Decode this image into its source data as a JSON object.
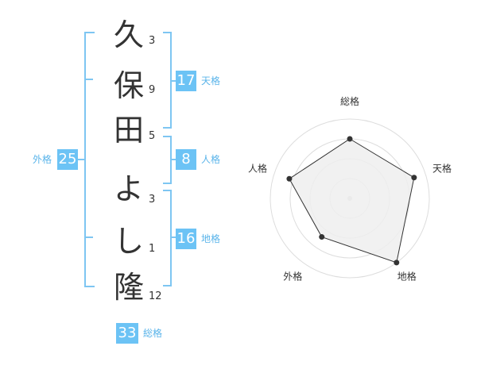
{
  "name_chars": [
    {
      "char": "久",
      "strokes": "3"
    },
    {
      "char": "保",
      "strokes": "9"
    },
    {
      "char": "田",
      "strokes": "5"
    },
    {
      "char": "よ",
      "strokes": "3"
    },
    {
      "char": "し",
      "strokes": "1"
    },
    {
      "char": "隆",
      "strokes": "12"
    }
  ],
  "fortunes": {
    "tenkaku": {
      "value": "17",
      "label": "天格"
    },
    "jinkaku": {
      "value": "8",
      "label": "人格"
    },
    "chikaku": {
      "value": "16",
      "label": "地格"
    },
    "gaikaku": {
      "value": "25",
      "label": "外格"
    },
    "soukaku": {
      "value": "33",
      "label": "総格"
    }
  },
  "radar": {
    "axes": [
      "総格",
      "天格",
      "地格",
      "外格",
      "人格"
    ],
    "levels": 4,
    "values": [
      0.75,
      0.85,
      1.0,
      0.6,
      0.8
    ],
    "colors": {
      "stroke": "#333333",
      "fill": "#eeeeee",
      "grid": "#dddddd",
      "point": "#333333"
    }
  }
}
